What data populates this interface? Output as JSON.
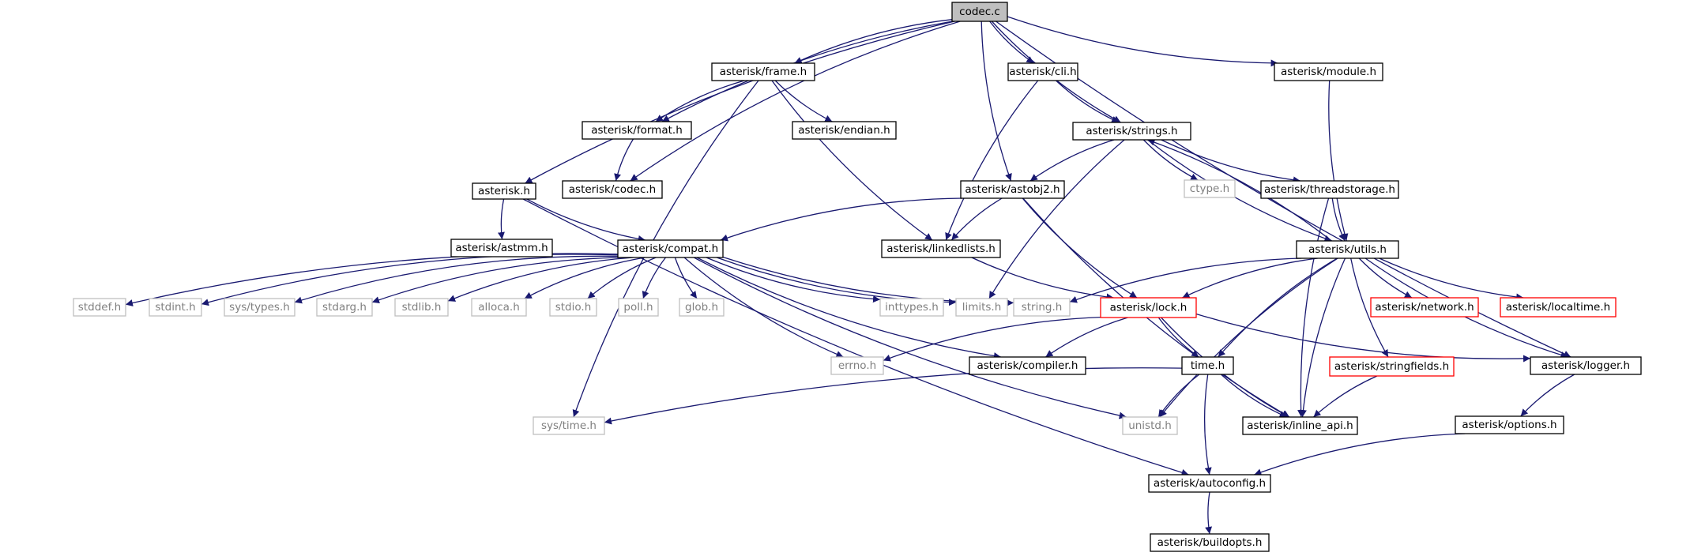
{
  "nodes": {
    "codec_c": {
      "label": "codec.c",
      "kind": "root"
    },
    "asterisk_h": {
      "label": "asterisk.h",
      "kind": "doc"
    },
    "frame_h": {
      "label": "asterisk/frame.h",
      "kind": "doc"
    },
    "cli_h": {
      "label": "asterisk/cli.h",
      "kind": "doc"
    },
    "module_h": {
      "label": "asterisk/module.h",
      "kind": "doc"
    },
    "format_h": {
      "label": "asterisk/format.h",
      "kind": "doc"
    },
    "endian_h": {
      "label": "asterisk/endian.h",
      "kind": "doc"
    },
    "strings_h": {
      "label": "asterisk/strings.h",
      "kind": "doc"
    },
    "codec_h": {
      "label": "asterisk/codec.h",
      "kind": "doc"
    },
    "astobj2_h": {
      "label": "asterisk/astobj2.h",
      "kind": "doc"
    },
    "ctype_h": {
      "label": "ctype.h",
      "kind": "system"
    },
    "threadstorage_h": {
      "label": "asterisk/threadstorage.h",
      "kind": "doc"
    },
    "astmm_h": {
      "label": "asterisk/astmm.h",
      "kind": "doc"
    },
    "compat_h": {
      "label": "asterisk/compat.h",
      "kind": "doc"
    },
    "linkedlists_h": {
      "label": "asterisk/linkedlists.h",
      "kind": "doc"
    },
    "utils_h": {
      "label": "asterisk/utils.h",
      "kind": "doc"
    },
    "stddef_h": {
      "label": "stddef.h",
      "kind": "system"
    },
    "stdint_h": {
      "label": "stdint.h",
      "kind": "system"
    },
    "sys_types_h": {
      "label": "sys/types.h",
      "kind": "system"
    },
    "stdarg_h": {
      "label": "stdarg.h",
      "kind": "system"
    },
    "stdlib_h": {
      "label": "stdlib.h",
      "kind": "system"
    },
    "alloca_h": {
      "label": "alloca.h",
      "kind": "system"
    },
    "stdio_h": {
      "label": "stdio.h",
      "kind": "system"
    },
    "poll_h": {
      "label": "poll.h",
      "kind": "system"
    },
    "glob_h": {
      "label": "glob.h",
      "kind": "system"
    },
    "inttypes_h": {
      "label": "inttypes.h",
      "kind": "system"
    },
    "limits_h": {
      "label": "limits.h",
      "kind": "system"
    },
    "string_h": {
      "label": "string.h",
      "kind": "system"
    },
    "lock_h": {
      "label": "asterisk/lock.h",
      "kind": "truncated"
    },
    "network_h": {
      "label": "asterisk/network.h",
      "kind": "truncated"
    },
    "localtime_h": {
      "label": "asterisk/localtime.h",
      "kind": "truncated"
    },
    "errno_h": {
      "label": "errno.h",
      "kind": "system"
    },
    "compiler_h": {
      "label": "asterisk/compiler.h",
      "kind": "doc"
    },
    "time_h": {
      "label": "time.h",
      "kind": "doc"
    },
    "stringfields_h": {
      "label": "asterisk/stringfields.h",
      "kind": "truncated"
    },
    "logger_h": {
      "label": "asterisk/logger.h",
      "kind": "doc"
    },
    "sys_time_h": {
      "label": "sys/time.h",
      "kind": "system"
    },
    "unistd_h": {
      "label": "unistd.h",
      "kind": "system"
    },
    "inline_api_h": {
      "label": "asterisk/inline_api.h",
      "kind": "doc"
    },
    "options_h": {
      "label": "asterisk/options.h",
      "kind": "doc"
    },
    "autoconfig_h": {
      "label": "asterisk/autoconfig.h",
      "kind": "doc"
    },
    "buildopts_h": {
      "label": "asterisk/buildopts.h",
      "kind": "doc"
    }
  },
  "edges": [
    [
      "codec_c",
      "asterisk_h"
    ],
    [
      "codec_c",
      "frame_h"
    ],
    [
      "codec_c",
      "cli_h"
    ],
    [
      "codec_c",
      "module_h"
    ],
    [
      "codec_c",
      "format_h"
    ],
    [
      "codec_c",
      "strings_h"
    ],
    [
      "codec_c",
      "codec_h"
    ],
    [
      "codec_c",
      "astobj2_h"
    ],
    [
      "codec_c",
      "logger_h"
    ],
    [
      "asterisk_h",
      "astmm_h"
    ],
    [
      "asterisk_h",
      "compat_h"
    ],
    [
      "asterisk_h",
      "autoconfig_h"
    ],
    [
      "frame_h",
      "format_h"
    ],
    [
      "frame_h",
      "endian_h"
    ],
    [
      "frame_h",
      "linkedlists_h"
    ],
    [
      "frame_h",
      "sys_time_h"
    ],
    [
      "format_h",
      "codec_h"
    ],
    [
      "cli_h",
      "strings_h"
    ],
    [
      "cli_h",
      "linkedlists_h"
    ],
    [
      "module_h",
      "utils_h"
    ],
    [
      "strings_h",
      "ctype_h"
    ],
    [
      "strings_h",
      "threadstorage_h"
    ],
    [
      "strings_h",
      "astobj2_h"
    ],
    [
      "strings_h",
      "utils_h"
    ],
    [
      "strings_h",
      "limits_h"
    ],
    [
      "threadstorage_h",
      "utils_h"
    ],
    [
      "threadstorage_h",
      "inline_api_h"
    ],
    [
      "utils_h",
      "strings_h"
    ],
    [
      "astobj2_h",
      "compat_h"
    ],
    [
      "astobj2_h",
      "linkedlists_h"
    ],
    [
      "astobj2_h",
      "lock_h"
    ],
    [
      "astobj2_h",
      "inline_api_h"
    ],
    [
      "compat_h",
      "stddef_h"
    ],
    [
      "compat_h",
      "stdint_h"
    ],
    [
      "compat_h",
      "sys_types_h"
    ],
    [
      "compat_h",
      "stdarg_h"
    ],
    [
      "compat_h",
      "stdlib_h"
    ],
    [
      "compat_h",
      "alloca_h"
    ],
    [
      "compat_h",
      "stdio_h"
    ],
    [
      "compat_h",
      "poll_h"
    ],
    [
      "compat_h",
      "glob_h"
    ],
    [
      "compat_h",
      "inttypes_h"
    ],
    [
      "compat_h",
      "limits_h"
    ],
    [
      "compat_h",
      "string_h"
    ],
    [
      "compat_h",
      "errno_h"
    ],
    [
      "compat_h",
      "compiler_h"
    ],
    [
      "compat_h",
      "unistd_h"
    ],
    [
      "linkedlists_h",
      "lock_h"
    ],
    [
      "utils_h",
      "string_h"
    ],
    [
      "utils_h",
      "lock_h"
    ],
    [
      "utils_h",
      "network_h"
    ],
    [
      "utils_h",
      "localtime_h"
    ],
    [
      "utils_h",
      "stringfields_h"
    ],
    [
      "utils_h",
      "time_h"
    ],
    [
      "utils_h",
      "unistd_h"
    ],
    [
      "utils_h",
      "inline_api_h"
    ],
    [
      "utils_h",
      "logger_h"
    ],
    [
      "lock_h",
      "errno_h"
    ],
    [
      "lock_h",
      "compiler_h"
    ],
    [
      "lock_h",
      "time_h"
    ],
    [
      "lock_h",
      "inline_api_h"
    ],
    [
      "lock_h",
      "logger_h"
    ],
    [
      "time_h",
      "sys_time_h"
    ],
    [
      "time_h",
      "unistd_h"
    ],
    [
      "time_h",
      "inline_api_h"
    ],
    [
      "time_h",
      "autoconfig_h"
    ],
    [
      "stringfields_h",
      "inline_api_h"
    ],
    [
      "logger_h",
      "options_h"
    ],
    [
      "options_h",
      "autoconfig_h"
    ],
    [
      "autoconfig_h",
      "buildopts_h"
    ]
  ],
  "colors": {
    "edge": "#191970",
    "root_fill": "#bfbfbf",
    "doc_border": "#000000",
    "system_border": "#bfbfbf",
    "truncated_border": "#ff0000",
    "system_text": "#808080",
    "text": "#000000"
  }
}
